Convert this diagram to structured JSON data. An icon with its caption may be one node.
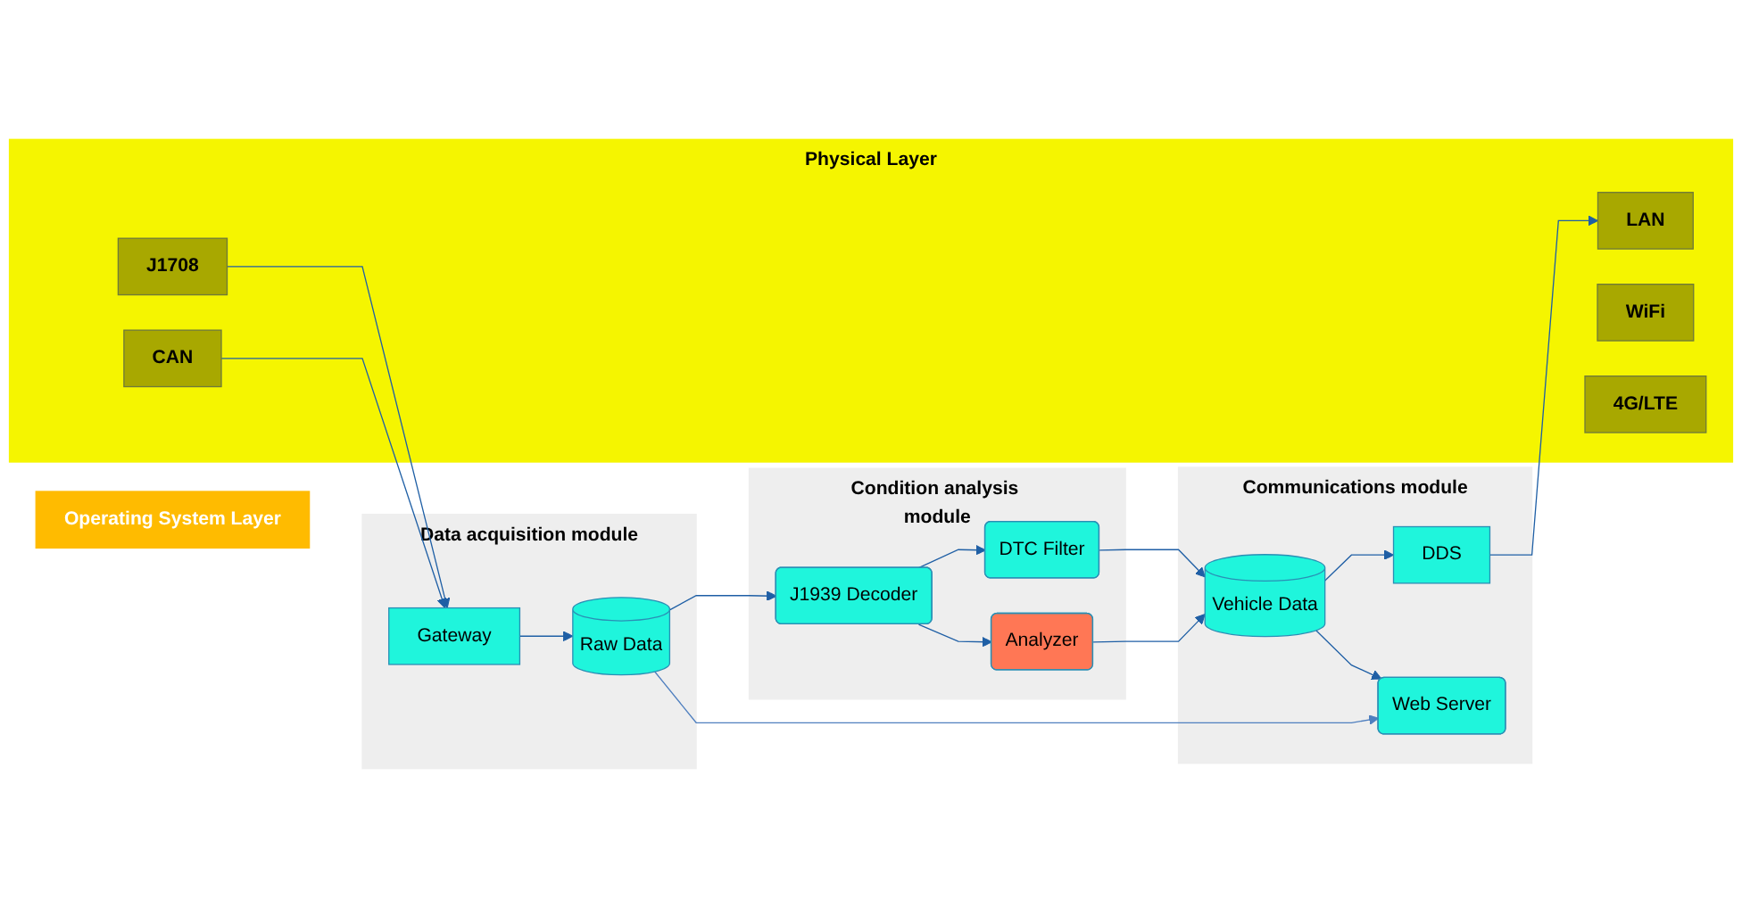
{
  "diagram": {
    "nodes": [
      {
        "text": [
          "Communications module"
        ]
      },
      {
        "text": [
          "Vehicle Data"
        ],
        "in": 0
      },
      {
        "text": [
          "DDS"
        ],
        "in": 0
      },
      {
        "text": [
          "Web Server"
        ],
        "in": 0
      },
      {
        "text": [
          "Condition analysis module"
        ]
      },
      {
        "text": [
          "DTC Filter"
        ],
        "in": 4
      },
      {
        "text": [
          "Analyzer"
        ],
        "in": 4
      },
      {
        "text": [
          "J1939 Decoder"
        ],
        "in": 4
      },
      {
        "text": [
          "Data acquisition module"
        ]
      },
      {
        "text": [
          "Raw Data"
        ],
        "in": 8
      },
      {
        "text": [
          "Gateway"
        ],
        "in": 8
      },
      {
        "text": [
          "Operating System Layer"
        ]
      },
      {
        "text": [
          "Physical Layer"
        ]
      },
      {
        "text": [
          "LAN"
        ],
        "in": 12
      },
      {
        "text": [
          "WiFi"
        ],
        "in": 12
      },
      {
        "text": [
          "4G/LTE"
        ],
        "in": 12
      },
      {
        "text": [
          "J1708"
        ],
        "in": 12
      },
      {
        "text": [
          "CAN"
        ],
        "in": 12
      }
    ],
    "edges": [
      {
        "from": 1,
        "to": 2,
        "arrow": "to"
      },
      {
        "from": 1,
        "to": 3,
        "arrow": "to"
      },
      {
        "from": 9,
        "to": 3,
        "arrow": "to",
        "color": "#4f7fbf"
      },
      {
        "from": 5,
        "to": 1,
        "arrow": "to"
      },
      {
        "from": 6,
        "to": 1,
        "arrow": "to"
      },
      {
        "from": 7,
        "to": 5,
        "arrow": "to"
      },
      {
        "from": 7,
        "to": 6,
        "arrow": "to"
      },
      {
        "from": 9,
        "to": 7,
        "arrow": "to"
      },
      {
        "from": 10,
        "to": 9,
        "arrow": "to"
      },
      {
        "from": 16,
        "to": 10,
        "arrow": "to"
      },
      {
        "from": 17,
        "to": 10,
        "arrow": "to"
      },
      {
        "from": 2,
        "to": 13,
        "arrow": "to"
      }
    ]
  }
}
